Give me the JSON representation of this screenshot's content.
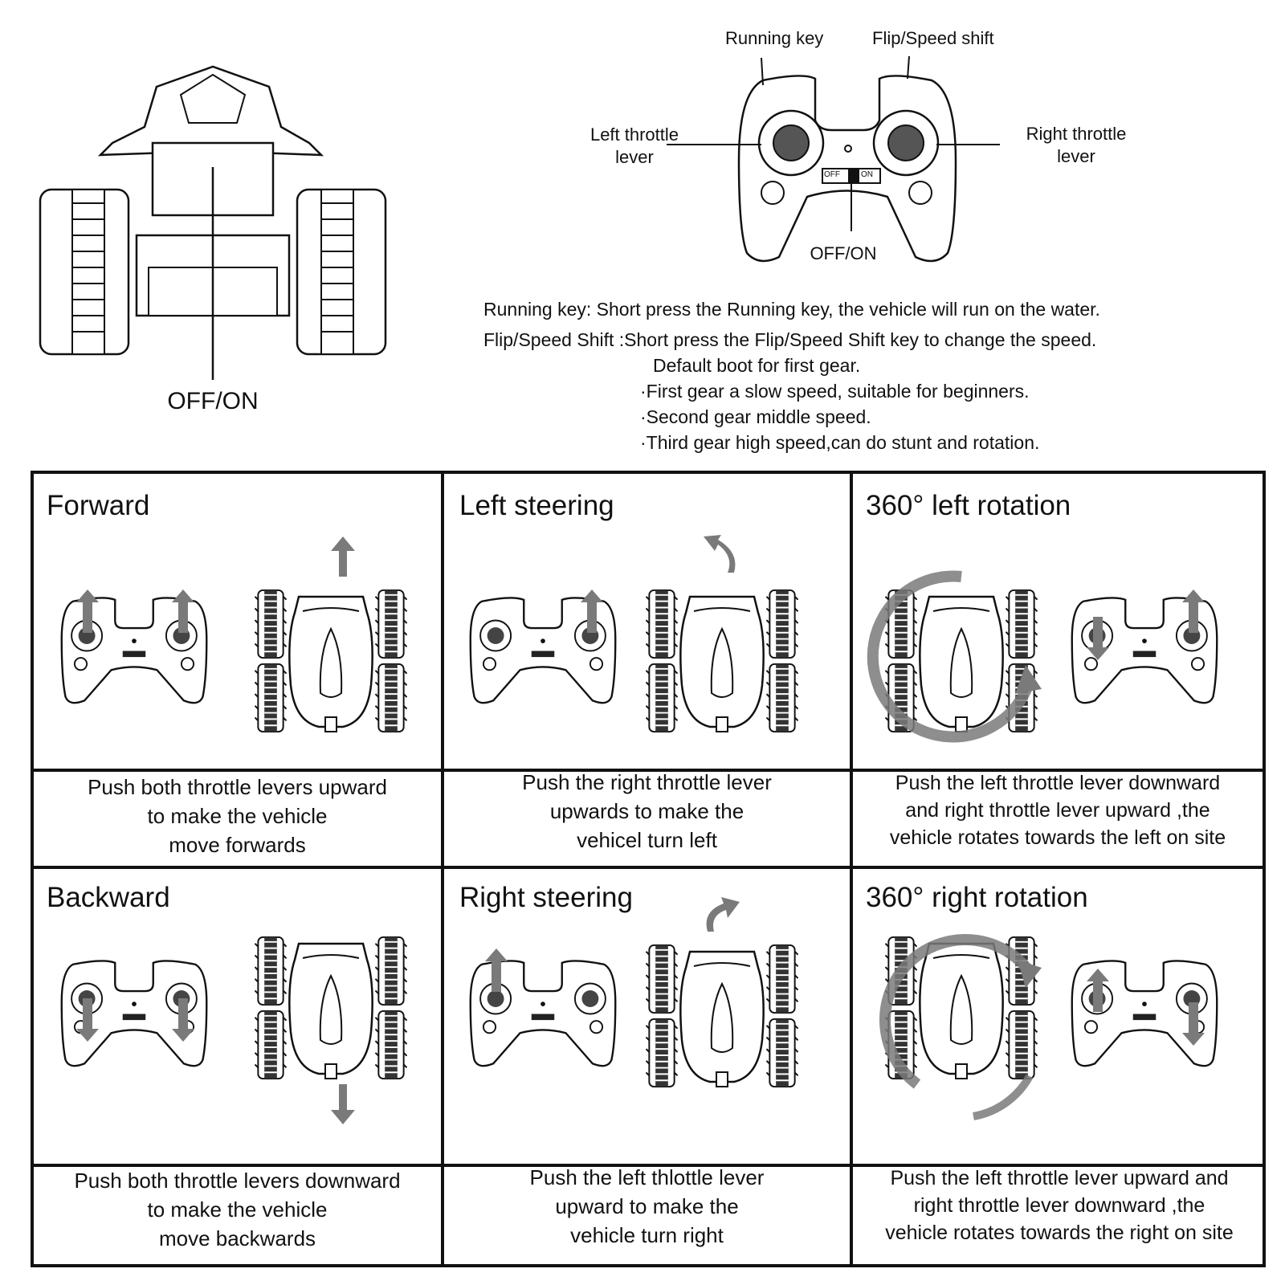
{
  "top_labels": {
    "off_on_vehicle": "OFF/ON",
    "running_key": "Running key",
    "flip_speed_shift": "Flip/Speed shift",
    "left_throttle": "Left throttle\nlever",
    "right_throttle": "Right throttle\nlever",
    "off_on_remote": "OFF/ON",
    "switch_off": "OFF",
    "switch_on": "ON"
  },
  "description": {
    "running_key": "Running key: Short press the Running key, the vehicle will run on the water.",
    "flip_speed": "Flip/Speed Shift :Short press the Flip/Speed Shift key to change the speed.",
    "default_boot": "Default boot for first gear.",
    "gears": [
      "·First gear a slow speed, suitable for beginners.",
      "·Second gear middle speed.",
      "·Third gear high speed,can do stunt and rotation."
    ]
  },
  "cells": [
    {
      "title": "Forward",
      "caption": "Push both throttle levers upward\nto make the vehicle\nmove forwards"
    },
    {
      "title": "Left steering",
      "caption": "Push the right throttle lever\nupwards to make the\nvehicel turn left"
    },
    {
      "title": "360° left rotation",
      "caption": "Push the left throttle lever downward\nand right throttle lever upward ,the\nvehicle rotates towards the left on site"
    },
    {
      "title": "Backward",
      "caption": "Push both throttle levers downward\nto make the vehicle\nmove backwards"
    },
    {
      "title": "Right steering",
      "caption": "Push the left thlottle lever\nupward to make the\nvehicle turn right"
    },
    {
      "title": "360° right rotation",
      "caption": "Push the left throttle lever upward and\nright throttle lever downward ,the\nvehicle rotates towards the right on site"
    }
  ],
  "colors": {
    "line": "#111111",
    "arrow": "#7a7a7a"
  }
}
